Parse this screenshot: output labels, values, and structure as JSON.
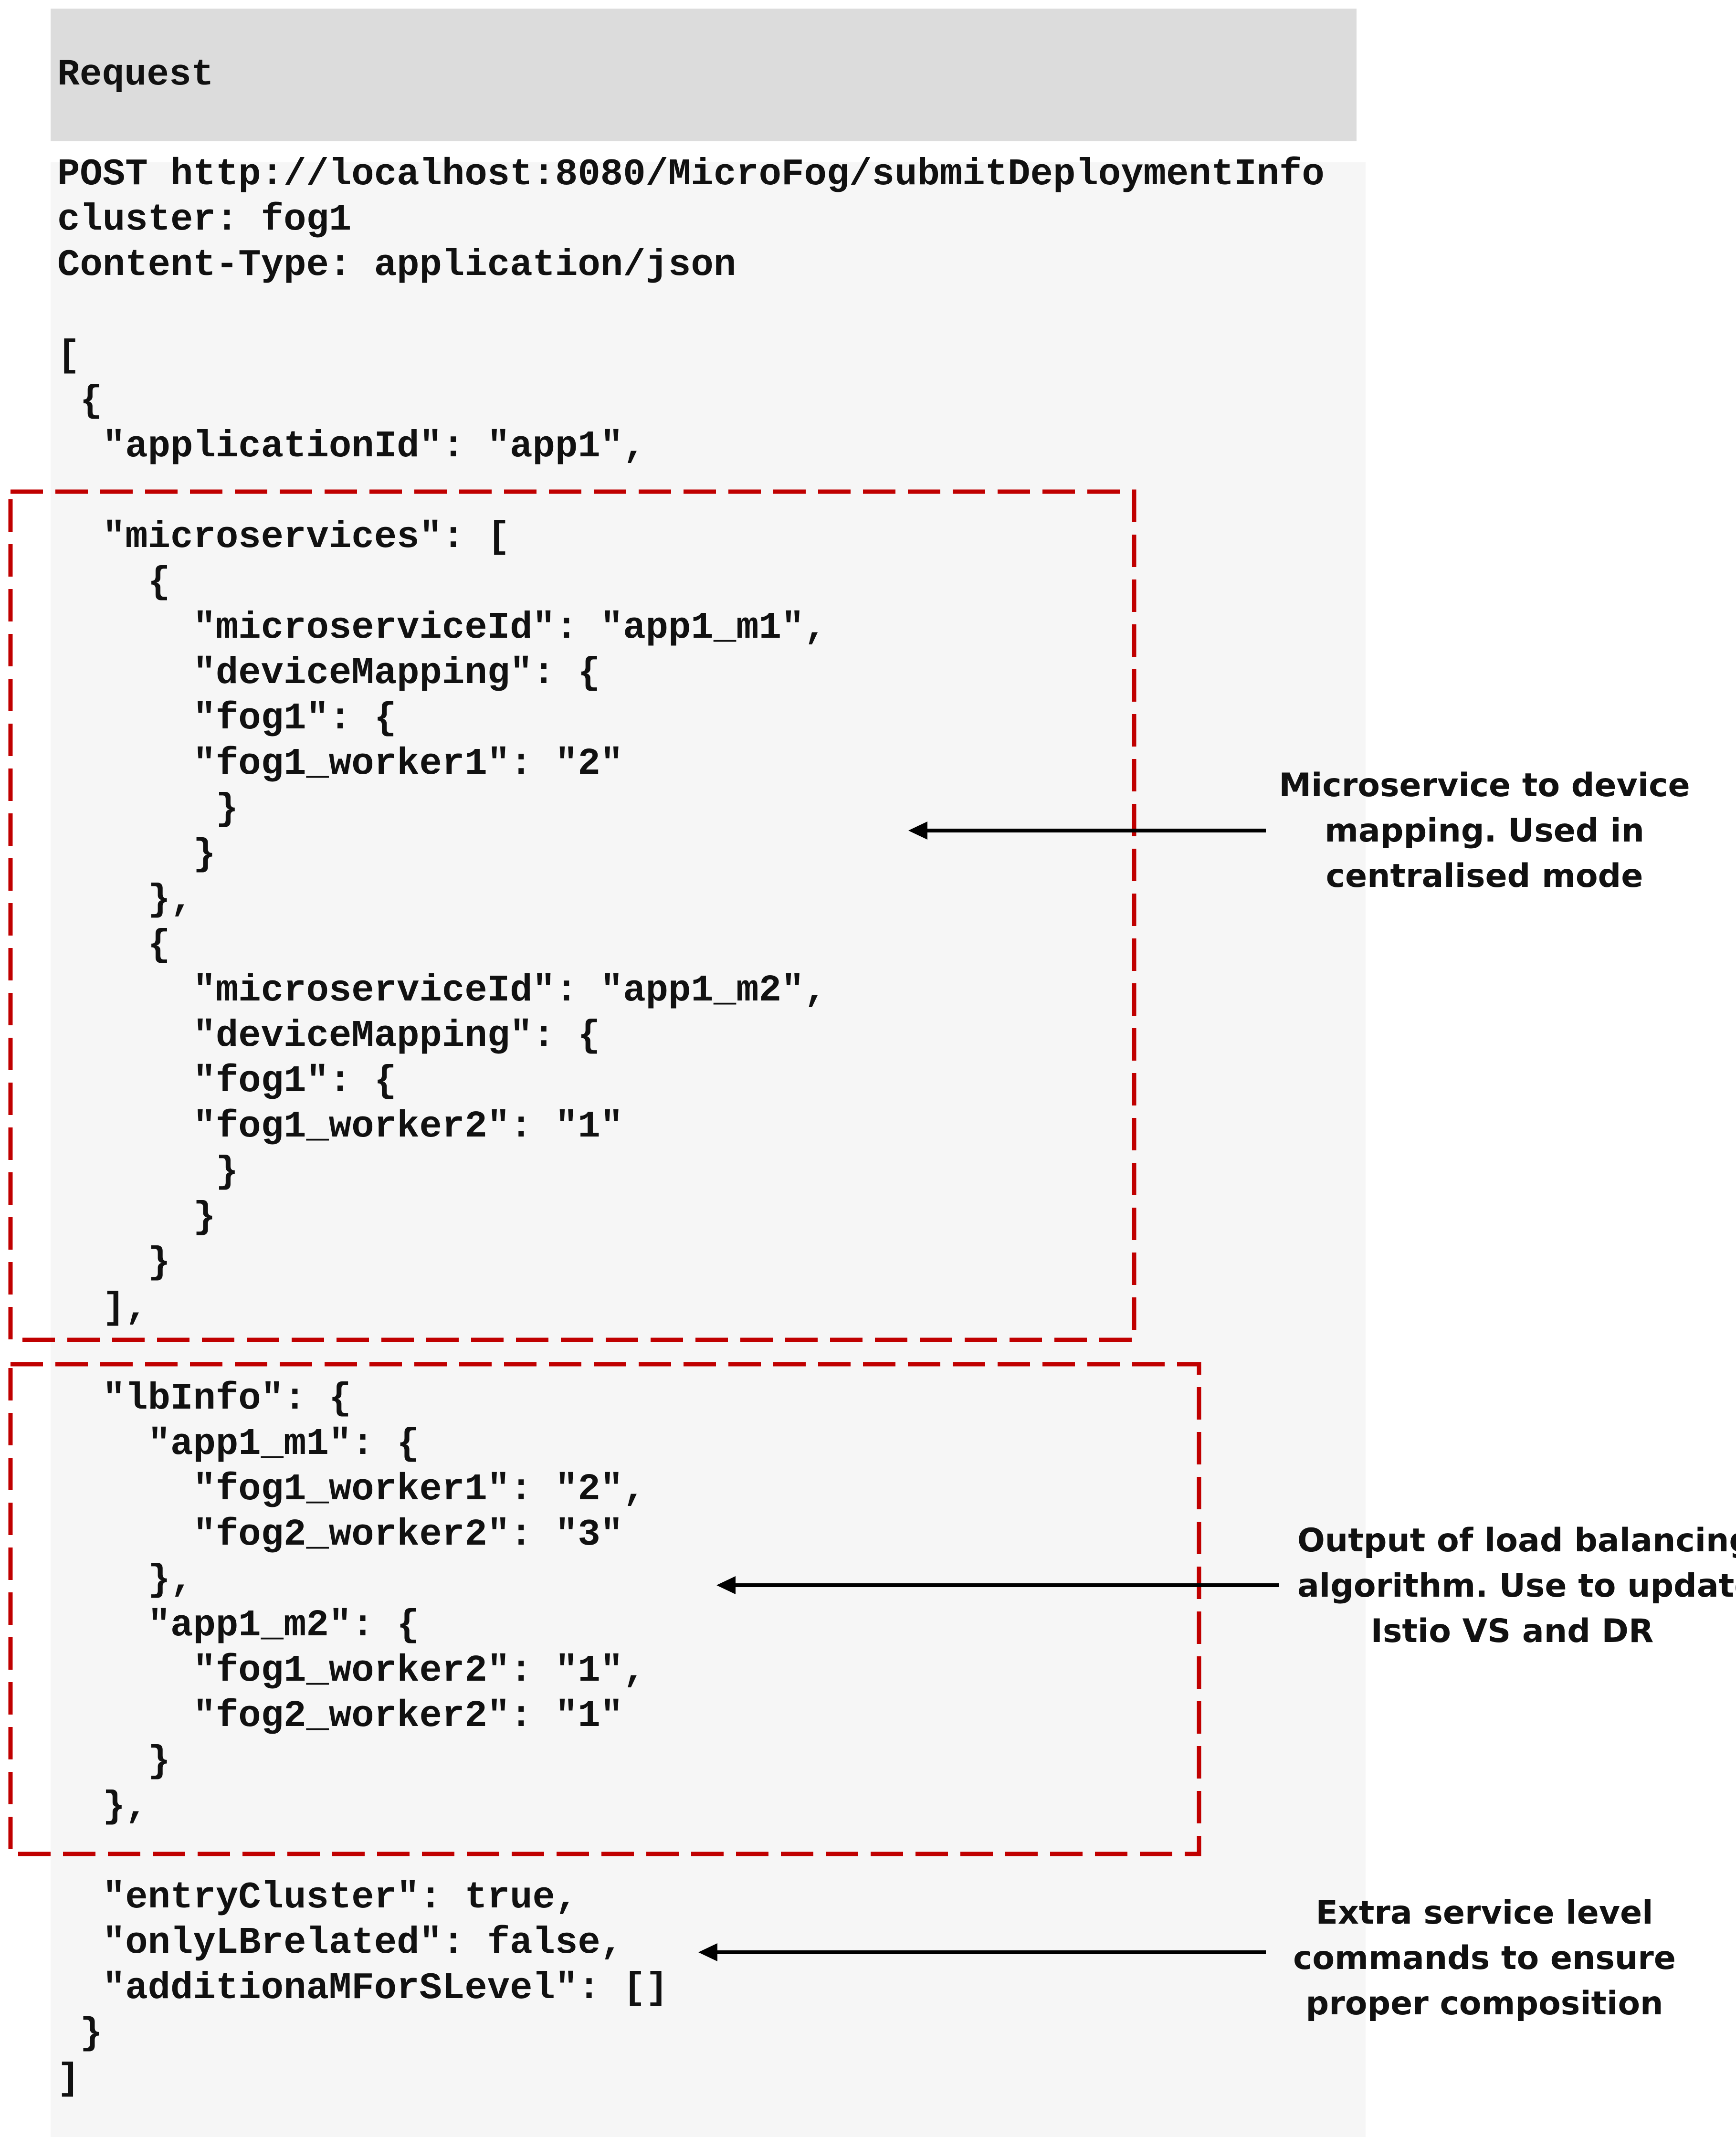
{
  "header": {
    "title": "Request"
  },
  "code_lines": [
    "POST http://localhost:8080/MicroFog/submitDeploymentInfo",
    "cluster: fog1",
    "Content-Type: application/json",
    "",
    "[",
    " {",
    "  \"applicationId\": \"app1\",",
    "",
    "  \"microservices\": [",
    "    {",
    "      \"microserviceId\": \"app1_m1\",",
    "      \"deviceMapping\": {",
    "      \"fog1\": {",
    "      \"fog1_worker1\": \"2\"",
    "       }",
    "      }",
    "    },",
    "    {",
    "      \"microserviceId\": \"app1_m2\",",
    "      \"deviceMapping\": {",
    "      \"fog1\": {",
    "      \"fog1_worker2\": \"1\"",
    "       }",
    "      }",
    "    }",
    "  ],",
    "",
    "  \"lbInfo\": {",
    "    \"app1_m1\": {",
    "      \"fog1_worker1\": \"2\",",
    "      \"fog2_worker2\": \"3\"",
    "    },",
    "    \"app1_m2\": {",
    "      \"fog1_worker2\": \"1\",",
    "      \"fog2_worker2\": \"1\"",
    "    }",
    "  },",
    "",
    "  \"entryCluster\": true,",
    "  \"onlyLBrelated\": false,",
    "  \"additionaMForSLevel\": []",
    " }",
    "]"
  ],
  "annotations": [
    {
      "lines": [
        "Microservice to device",
        "mapping. Used in",
        "centralised mode"
      ]
    },
    {
      "lines": [
        "Output of load balancing",
        "algorithm. Use to update",
        "Istio VS and DR"
      ]
    },
    {
      "lines": [
        "Extra service level",
        "commands to ensure",
        "proper composition"
      ]
    }
  ],
  "colors": {
    "header_bg": "#dcdcdc",
    "code_bg": "#f6f6f6",
    "highlight_border": "#c00000",
    "arrow": "#000000"
  }
}
